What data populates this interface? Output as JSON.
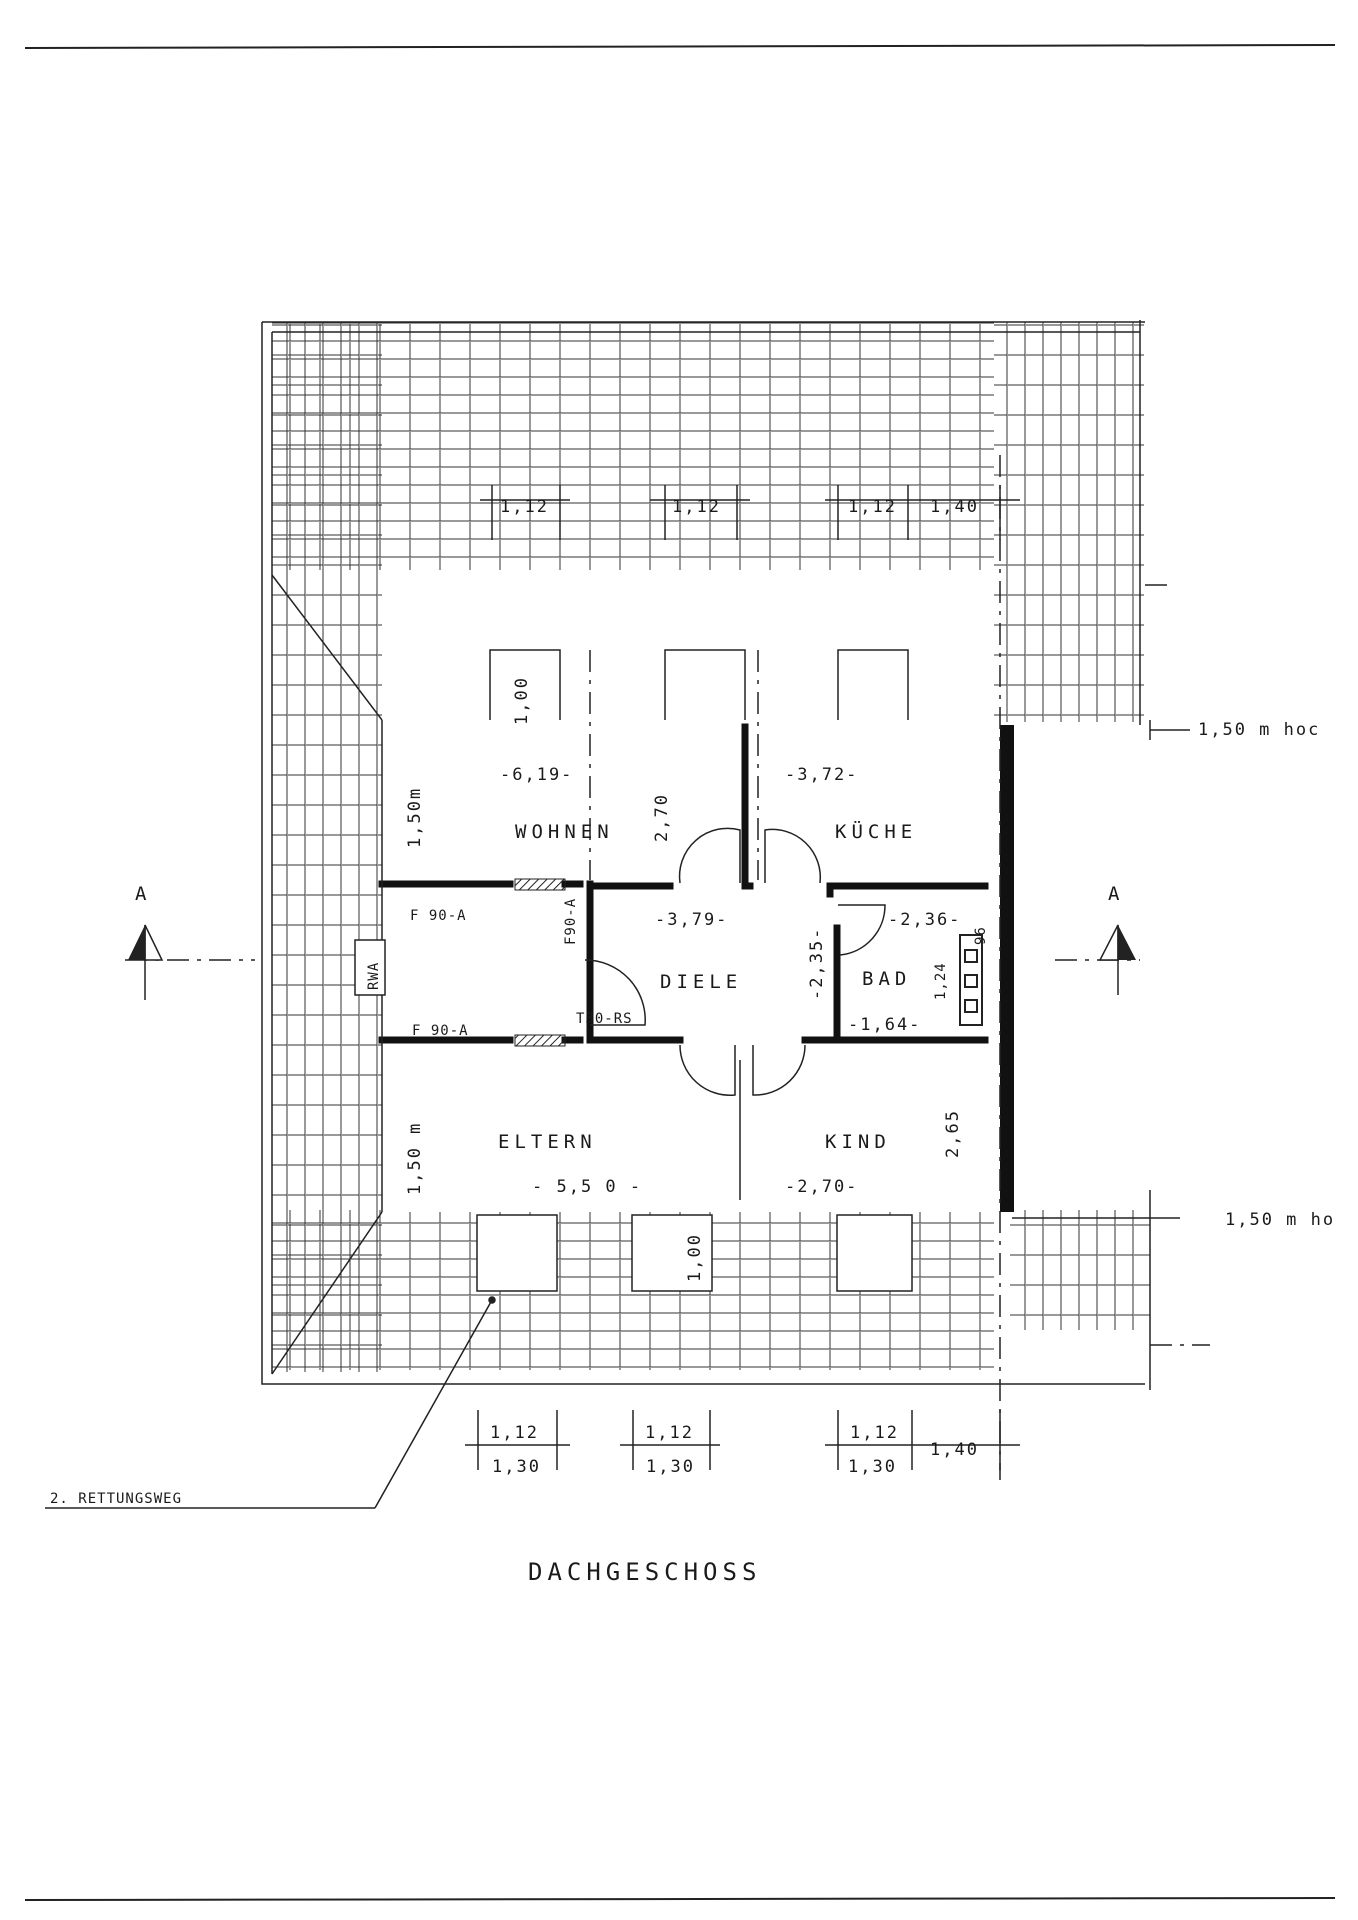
{
  "plan": {
    "title": "DACHGESCHOSS",
    "rooms": {
      "wohnen": "WOHNEN",
      "kueche": "KÜCHE",
      "diele": "DIELE",
      "bad": "BAD",
      "eltern": "ELTERN",
      "kind": "KIND"
    },
    "room_dimensions": {
      "wohnen_width": "-6,19-",
      "wohnen_depth": "2,70",
      "wohnen_height": "1,00",
      "kueche_width": "-3,72-",
      "diele_width": "-3,79-",
      "diele_depth": "-2,35-",
      "bad_width": "-2,36-",
      "bad_width_lower": "-1,64-",
      "bad_side": "1,24",
      "bad_small": "96",
      "eltern_width": "- 5,5 0 -",
      "eltern_height": "1,00",
      "kind_width": "-2,70-",
      "kind_depth": "2,65"
    },
    "top_dims": [
      "1,12",
      "1,12",
      "1,12",
      "1,40"
    ],
    "bottom_dims_upper": [
      "1,12",
      "1,12",
      "1,12",
      "1,40"
    ],
    "bottom_dims_lower": [
      "1,30",
      "1,30",
      "1,30"
    ],
    "height_lines": [
      "1,50 m hoc",
      "1,50 m ho"
    ],
    "side_heights": [
      "1,50m",
      "1,50 m"
    ],
    "labels": {
      "f90_top": "F 90-A",
      "f90_bottom": "F 90-A",
      "f90_vertical": "F90-A",
      "t30": "T30-RS",
      "rwa": "RWA",
      "section_left": "A",
      "section_right": "A",
      "escape_route": "2. RETTUNGSWEG"
    }
  }
}
